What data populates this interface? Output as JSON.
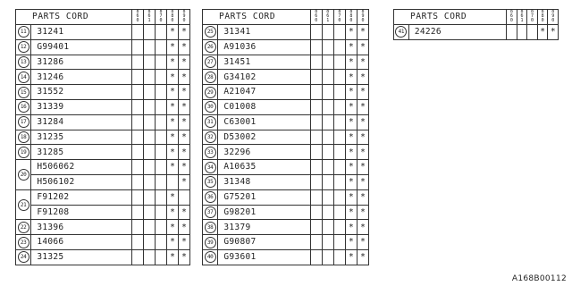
{
  "header_label": "PARTS CORD",
  "col_headers": [
    "860",
    "86\n1",
    "870",
    "880",
    "890"
  ],
  "tables": [
    {
      "rows": [
        {
          "num": "11",
          "code": "31241",
          "marks": [
            "",
            "",
            "",
            "*",
            "*"
          ]
        },
        {
          "num": "12",
          "code": "G99401",
          "marks": [
            "",
            "",
            "",
            "*",
            "*"
          ]
        },
        {
          "num": "13",
          "code": "31286",
          "marks": [
            "",
            "",
            "",
            "*",
            "*"
          ]
        },
        {
          "num": "14",
          "code": "31246",
          "marks": [
            "",
            "",
            "",
            "*",
            "*"
          ]
        },
        {
          "num": "15",
          "code": "31552",
          "marks": [
            "",
            "",
            "",
            "*",
            "*"
          ]
        },
        {
          "num": "16",
          "code": "31339",
          "marks": [
            "",
            "",
            "",
            "*",
            "*"
          ]
        },
        {
          "num": "17",
          "code": "31284",
          "marks": [
            "",
            "",
            "",
            "*",
            "*"
          ]
        },
        {
          "num": "18",
          "code": "31235",
          "marks": [
            "",
            "",
            "",
            "*",
            "*"
          ]
        },
        {
          "num": "19",
          "code": "31285",
          "marks": [
            "",
            "",
            "",
            "*",
            "*"
          ]
        },
        {
          "num": "20",
          "code": "H506062",
          "marks": [
            "",
            "",
            "",
            "*",
            "*"
          ]
        },
        {
          "num": "",
          "code": "H506102",
          "marks": [
            "",
            "",
            "",
            "",
            "*"
          ]
        },
        {
          "num": "21",
          "code": "F91202",
          "marks": [
            "",
            "",
            "",
            "*",
            ""
          ]
        },
        {
          "num": "",
          "code": "F91208",
          "marks": [
            "",
            "",
            "",
            "*",
            "*"
          ]
        },
        {
          "num": "22",
          "code": "31396",
          "marks": [
            "",
            "",
            "",
            "*",
            "*"
          ]
        },
        {
          "num": "23",
          "code": "14066",
          "marks": [
            "",
            "",
            "",
            "*",
            "*"
          ]
        },
        {
          "num": "24",
          "code": "31325",
          "marks": [
            "",
            "",
            "",
            "*",
            "*"
          ]
        }
      ]
    },
    {
      "rows": [
        {
          "num": "25",
          "code": "31341",
          "marks": [
            "",
            "",
            "",
            "*",
            "*"
          ]
        },
        {
          "num": "26",
          "code": "A91036",
          "marks": [
            "",
            "",
            "",
            "*",
            "*"
          ]
        },
        {
          "num": "27",
          "code": "31451",
          "marks": [
            "",
            "",
            "",
            "*",
            "*"
          ]
        },
        {
          "num": "28",
          "code": "G34102",
          "marks": [
            "",
            "",
            "",
            "*",
            "*"
          ]
        },
        {
          "num": "29",
          "code": "A21047",
          "marks": [
            "",
            "",
            "",
            "*",
            "*"
          ]
        },
        {
          "num": "30",
          "code": "C01008",
          "marks": [
            "",
            "",
            "",
            "*",
            "*"
          ]
        },
        {
          "num": "31",
          "code": "C63001",
          "marks": [
            "",
            "",
            "",
            "*",
            "*"
          ]
        },
        {
          "num": "32",
          "code": "D53002",
          "marks": [
            "",
            "",
            "",
            "*",
            "*"
          ]
        },
        {
          "num": "33",
          "code": "32296",
          "marks": [
            "",
            "",
            "",
            "*",
            "*"
          ]
        },
        {
          "num": "34",
          "code": "A10635",
          "marks": [
            "",
            "",
            "",
            "*",
            "*"
          ]
        },
        {
          "num": "35",
          "code": "31348",
          "marks": [
            "",
            "",
            "",
            "*",
            "*"
          ]
        },
        {
          "num": "36",
          "code": "G75201",
          "marks": [
            "",
            "",
            "",
            "*",
            "*"
          ]
        },
        {
          "num": "37",
          "code": "G98201",
          "marks": [
            "",
            "",
            "",
            "*",
            "*"
          ]
        },
        {
          "num": "38",
          "code": "31379",
          "marks": [
            "",
            "",
            "",
            "*",
            "*"
          ]
        },
        {
          "num": "39",
          "code": "G90807",
          "marks": [
            "",
            "",
            "",
            "*",
            "*"
          ]
        },
        {
          "num": "40",
          "code": "G93601",
          "marks": [
            "",
            "",
            "",
            "*",
            "*"
          ]
        }
      ]
    },
    {
      "rows": [
        {
          "num": "41",
          "code": "24226",
          "marks": [
            "",
            "",
            "",
            "*",
            "*"
          ]
        }
      ]
    }
  ],
  "reference": "A168B00112"
}
